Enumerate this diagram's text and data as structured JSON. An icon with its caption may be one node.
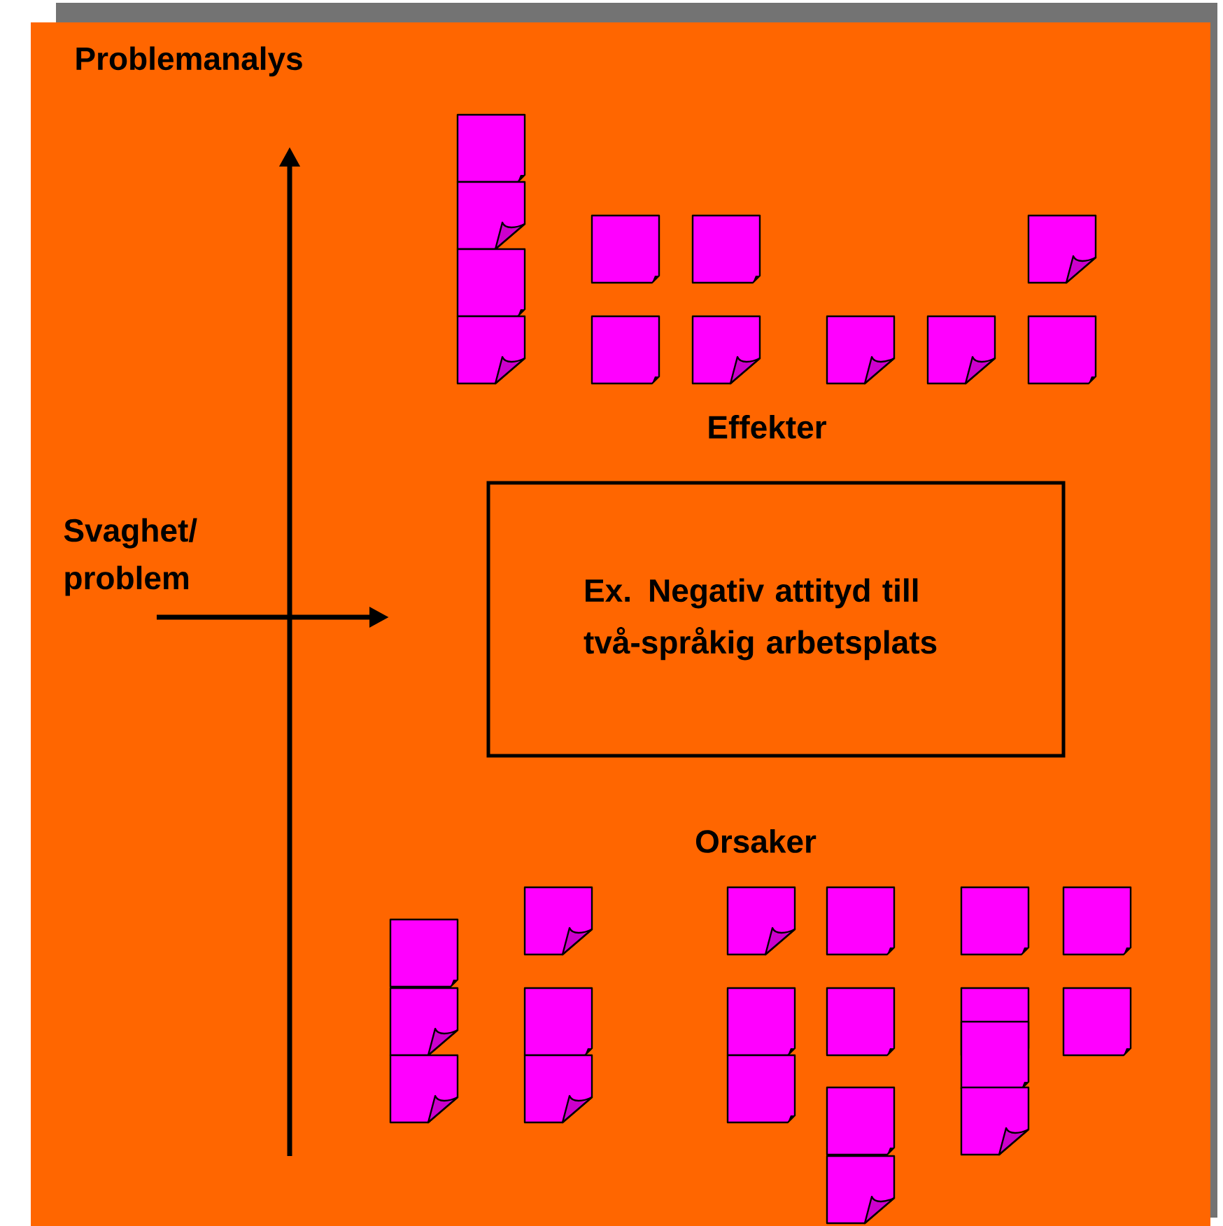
{
  "diagram": {
    "title": "Problemanalys",
    "nodes": [
      {
        "text": [
          "Ex. Negativ attityd till två-språkig arbetsplats"
        ]
      }
    ],
    "edges": [],
    "labels": [
      "Effekter",
      "Svaghet/ problem",
      "Orsaker"
    ]
  }
}
